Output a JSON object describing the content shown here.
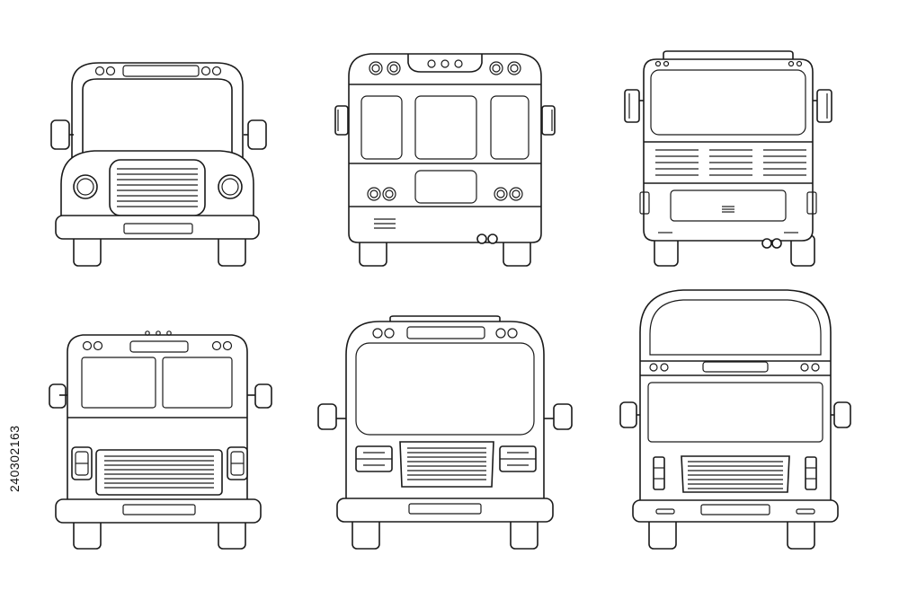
{
  "stock_id": "240302163",
  "colors": {
    "line": "#1a1a1a",
    "background": "#ffffff"
  },
  "illustrations": [
    {
      "label": "classic-bus-front"
    },
    {
      "label": "bus-rear"
    },
    {
      "label": "coach-bus-front"
    },
    {
      "label": "delivery-truck-front"
    },
    {
      "label": "school-bus-front"
    },
    {
      "label": "double-decker-bus-front"
    }
  ]
}
